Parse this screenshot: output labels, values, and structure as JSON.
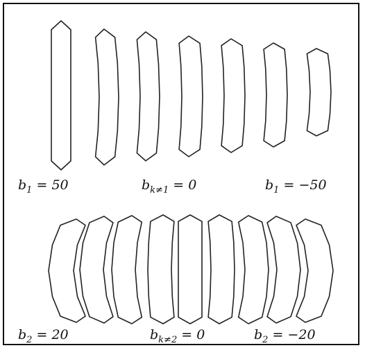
{
  "rows": [
    {
      "labels": [
        {
          "base": "b",
          "sub": "1",
          "rest": " = 50"
        },
        {
          "base": "b",
          "sub": "k≠1",
          "rest": " = 0"
        },
        {
          "base": "b",
          "sub": "1",
          "rest": " = −50"
        }
      ]
    },
    {
      "labels": [
        {
          "base": "b",
          "sub": "2",
          "rest": " = 20"
        },
        {
          "base": "b",
          "sub": "k≠2",
          "rest": " = 0"
        },
        {
          "base": "b",
          "sub": "2",
          "rest": " = −20"
        }
      ]
    }
  ],
  "colors": {
    "stroke": "#222222",
    "border": "#111111"
  }
}
